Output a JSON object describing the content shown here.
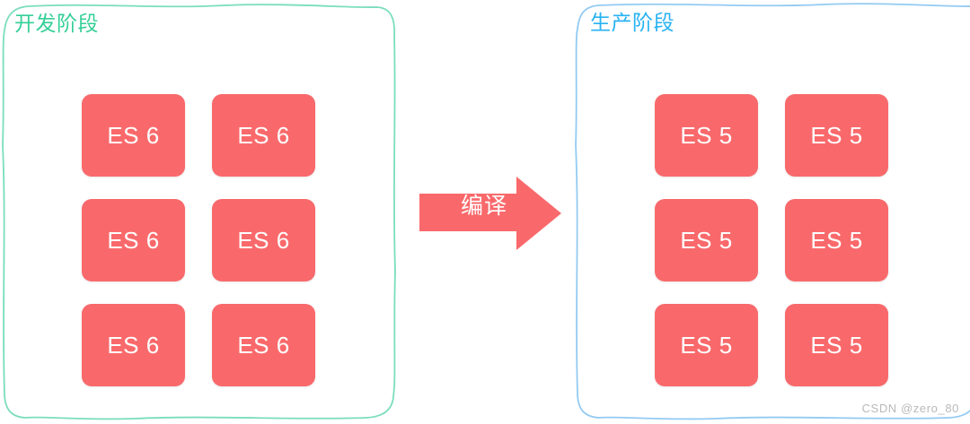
{
  "diagram": {
    "title": "ES6 to ES5 compilation diagram",
    "colors": {
      "dev_border": "#7addbe",
      "dev_label": "#35cf98",
      "prod_border": "#93cbf2",
      "prod_label": "#27b2f3",
      "box_fill": "#f9696b",
      "box_text": "#ffffff",
      "arrow_fill": "#f9696b",
      "watermark": "#b9b9b9",
      "background": "#ffffff"
    }
  },
  "dev_stage": {
    "label": "开发阶段",
    "boxes": [
      {
        "label": "ES 6"
      },
      {
        "label": "ES 6"
      },
      {
        "label": "ES 6"
      },
      {
        "label": "ES 6"
      },
      {
        "label": "ES 6"
      },
      {
        "label": "ES 6"
      }
    ]
  },
  "prod_stage": {
    "label": "生产阶段",
    "boxes": [
      {
        "label": "ES 5"
      },
      {
        "label": "ES 5"
      },
      {
        "label": "ES 5"
      },
      {
        "label": "ES 5"
      },
      {
        "label": "ES 5"
      },
      {
        "label": "ES 5"
      }
    ]
  },
  "arrow": {
    "label": "编译",
    "direction": "right"
  },
  "watermark": {
    "text": "CSDN @zero_80"
  }
}
